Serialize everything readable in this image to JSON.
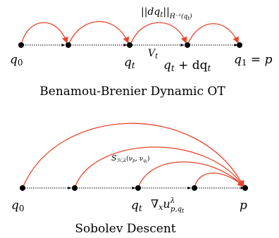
{
  "top": {
    "caption": "Benamou-Brenier Dynamic OT",
    "norm_label": "||dq_t||_{Ḣ^{-1}(q_t)}",
    "norm_main": "||dq",
    "norm_sub_t": "t",
    "norm_close": "||",
    "norm_sub": "Ḣ⁻¹(q",
    "norm_sub_t2": "t",
    "norm_sub_close": ")",
    "velocity": "V",
    "velocity_sub": "t",
    "q0": "q",
    "q0_sub": "0",
    "qt": "q",
    "qt_sub": "t",
    "qtdq": "q",
    "qtdq_sub": "t",
    "qtdq_plus": " + dq",
    "qtdq_sub2": "t",
    "q1": "q",
    "q1_sub": "1",
    "q1_eq": " = ",
    "q1_p": "p"
  },
  "bottom": {
    "caption": "Sobolev Descent",
    "divergence_label": "S_{H,λ}(ν_p, ν_{q_t})",
    "div_main": "S",
    "div_sub": "ℋ,λ",
    "div_args": "(ν",
    "div_p": "p",
    "div_comma": ", ν",
    "div_q": "q",
    "div_qt": "t",
    "div_close": ")",
    "grad": "∇",
    "grad_sub": "x",
    "grad_u": "u",
    "grad_sup": "λ",
    "grad_sub2": "p,q",
    "grad_sub2_t": "t",
    "q0": "q",
    "q0_sub": "0",
    "qt": "q",
    "qt_sub": "t",
    "p": "p"
  },
  "colors": {
    "arc": "#e8452c",
    "line": "#000000",
    "node": "#000000"
  }
}
